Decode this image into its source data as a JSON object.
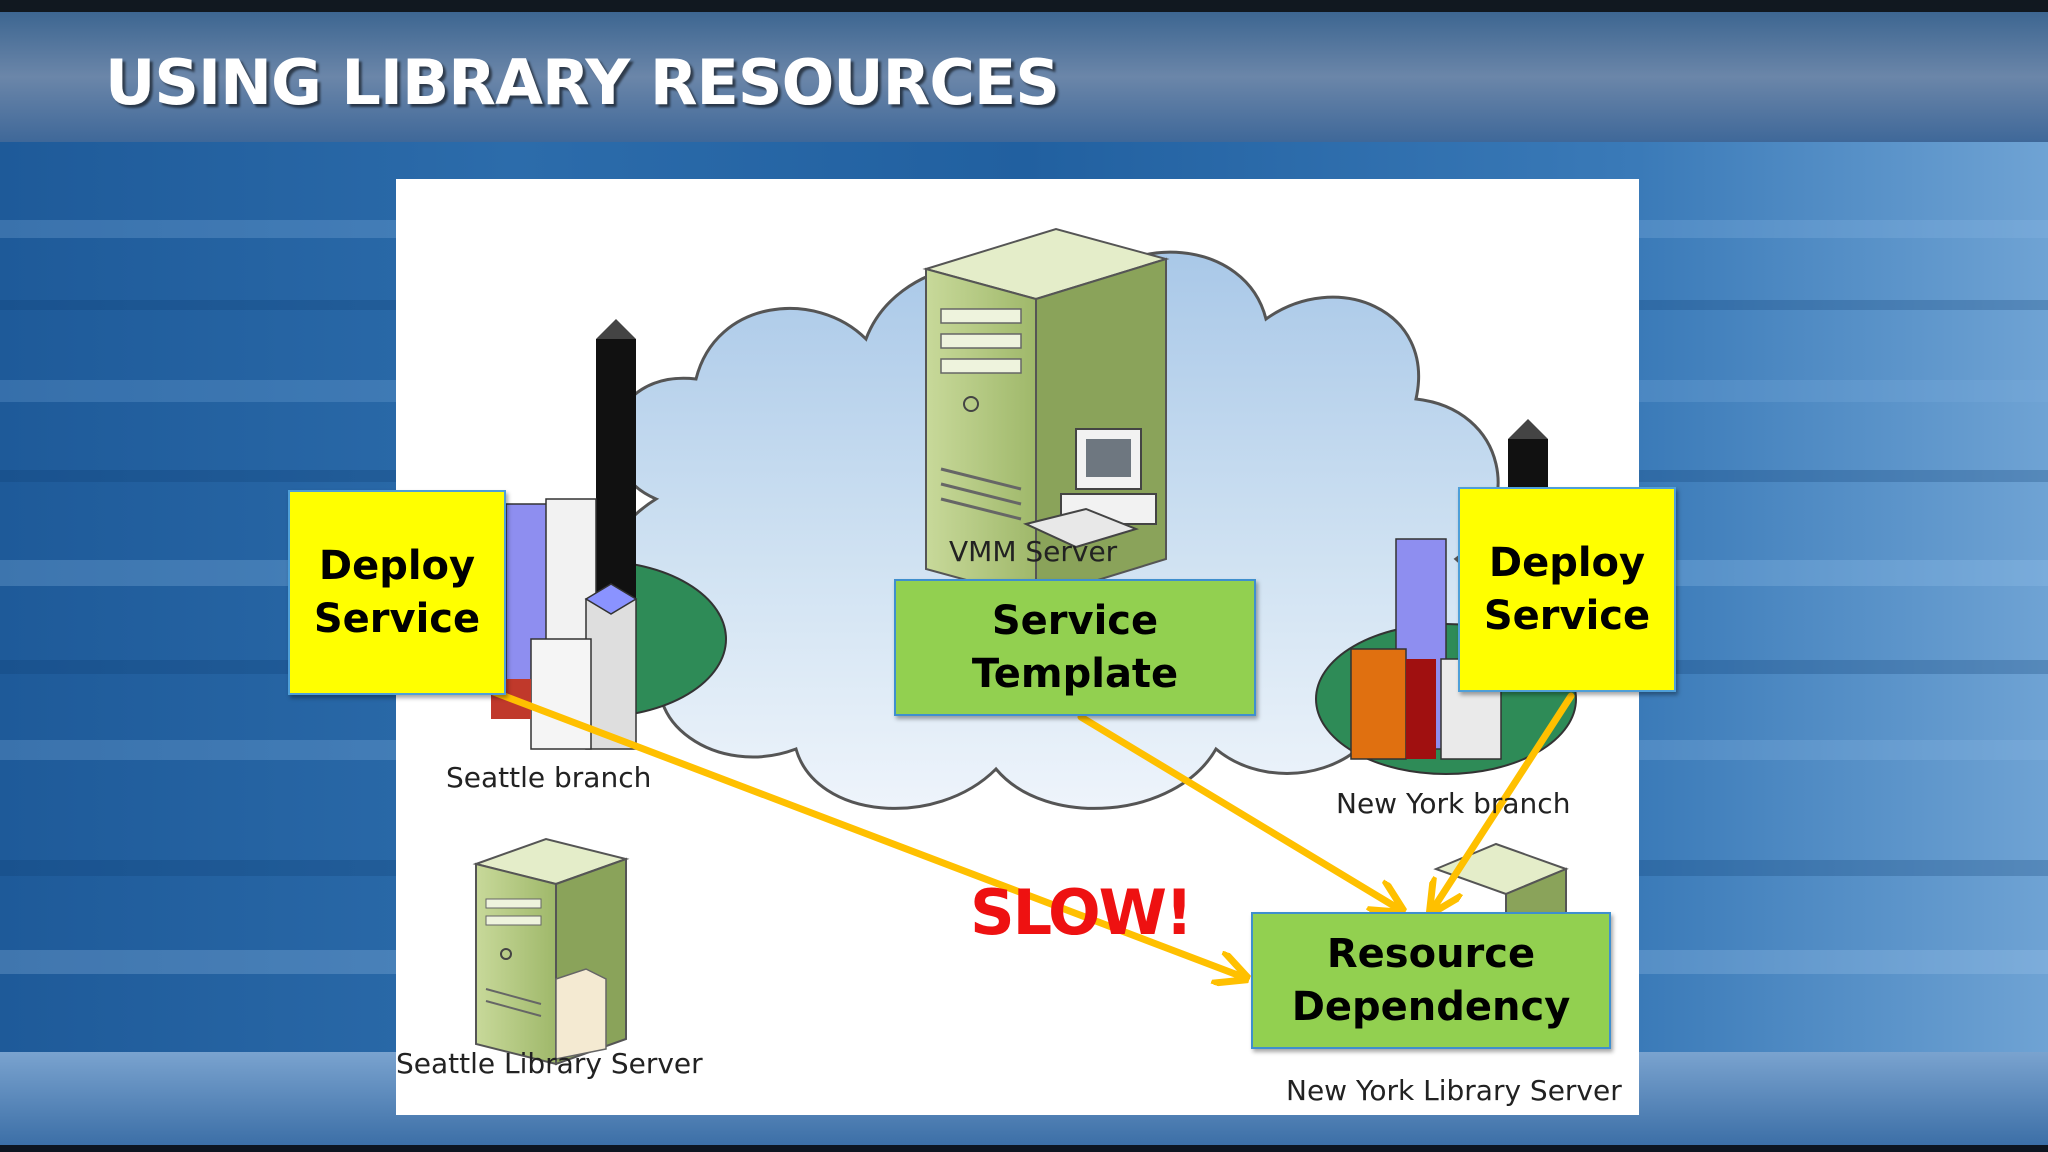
{
  "slide": {
    "title": "USING LIBRARY RESOURCES"
  },
  "diagram": {
    "labels": {
      "vmm_server": "VMM Server",
      "seattle_branch": "Seattle branch",
      "new_york_branch": "New York branch",
      "seattle_library": "Seattle Library Server",
      "new_york_library": "New York Library Server"
    },
    "callouts": {
      "deploy_left": "Deploy\nService",
      "deploy_right": "Deploy\nService",
      "service_template": "Service\nTemplate",
      "resource_dependency": "Resource\nDependency",
      "slow": "SLOW!"
    },
    "colors": {
      "callout_yellow": "#ffff00",
      "callout_green": "#92d050",
      "arrow": "#ffc000",
      "slow_text": "#ee1111"
    }
  }
}
